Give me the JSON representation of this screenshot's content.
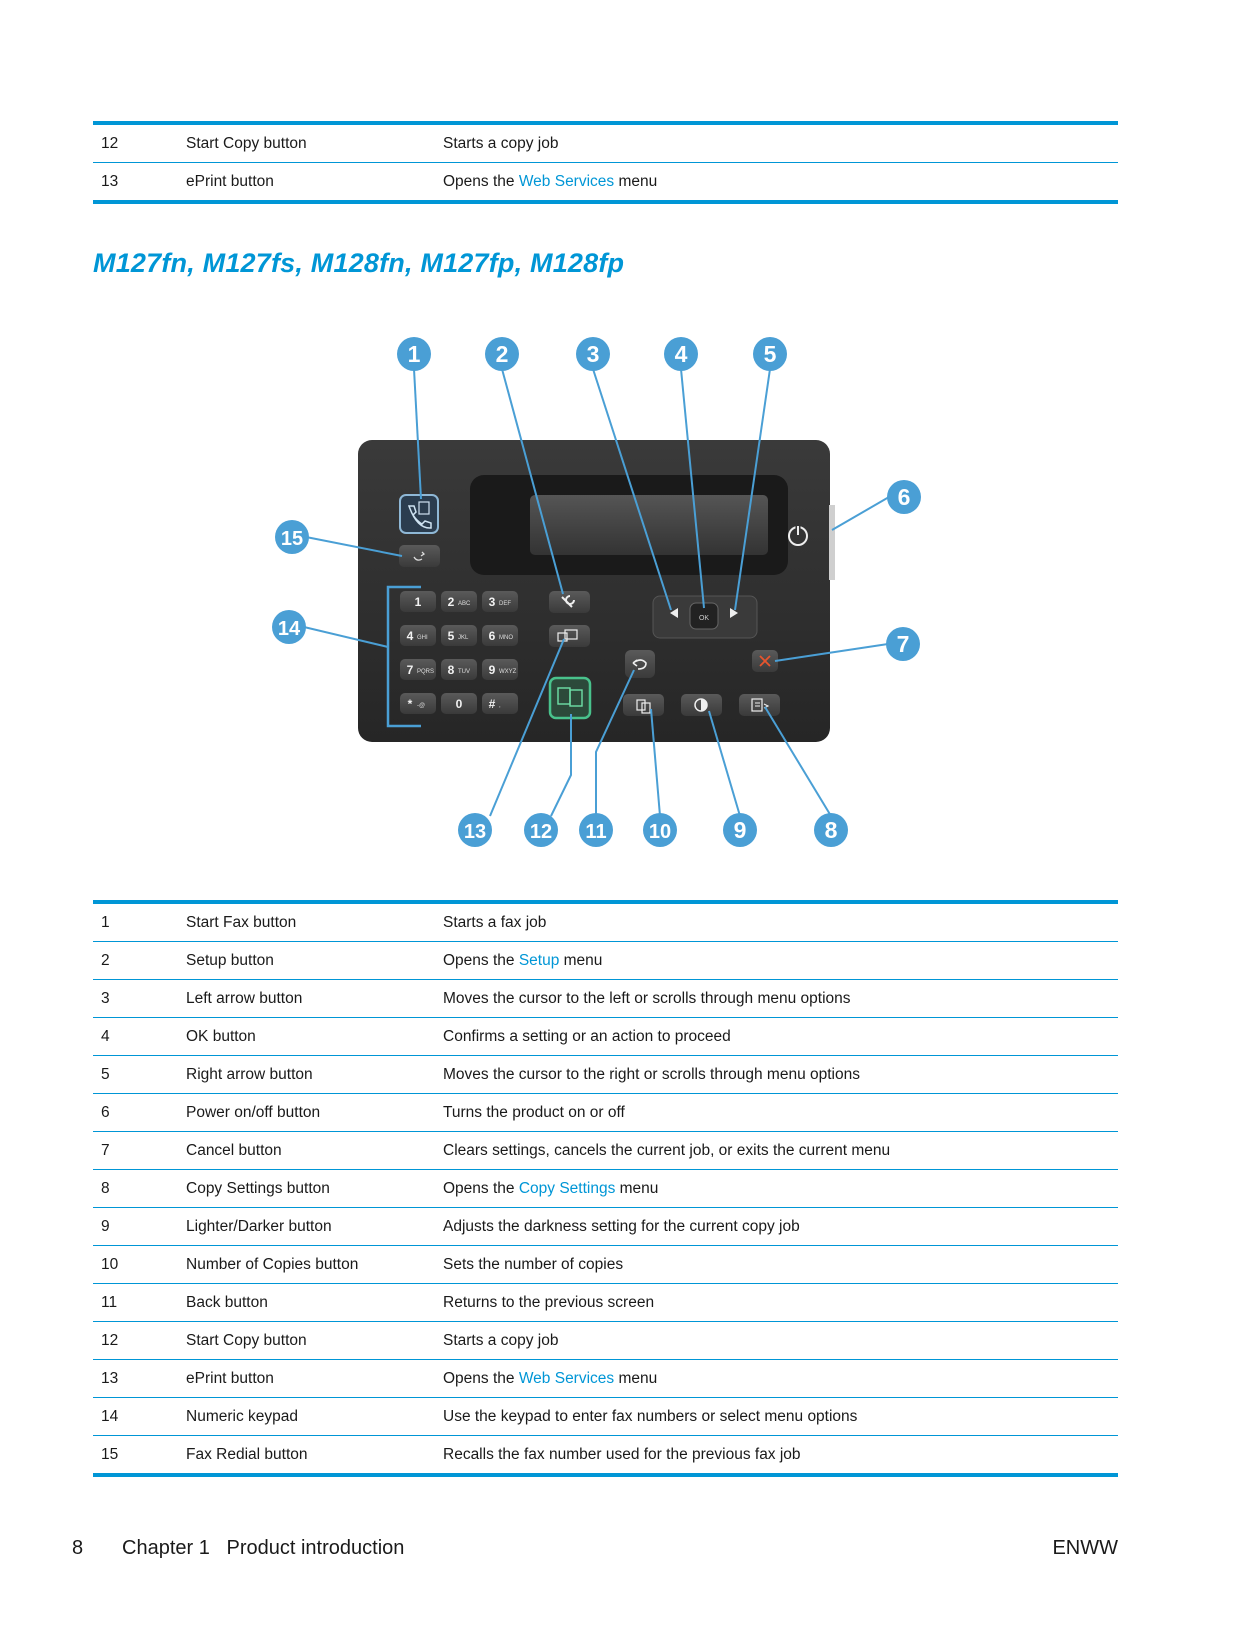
{
  "top_table": {
    "rows": [
      {
        "num": "12",
        "name": "Start Copy button",
        "desc": "Starts a copy job",
        "desc_pre": "Starts a copy job",
        "desc_link": "",
        "desc_post": ""
      },
      {
        "num": "13",
        "name": "ePrint button",
        "desc_pre": "Opens the ",
        "desc_link": "Web Services",
        "desc_post": " menu"
      }
    ]
  },
  "section_title": "M127fn, M127fs, M128fn, M127fp, M128fp",
  "diagram": {
    "callouts": [
      "1",
      "2",
      "3",
      "4",
      "5",
      "6",
      "7",
      "8",
      "9",
      "10",
      "11",
      "12",
      "13",
      "14",
      "15"
    ],
    "keypad": [
      {
        "digit": "1",
        "letters": ""
      },
      {
        "digit": "2",
        "letters": "ABC"
      },
      {
        "digit": "3",
        "letters": "DEF"
      },
      {
        "digit": "4",
        "letters": "GHI"
      },
      {
        "digit": "5",
        "letters": "JKL"
      },
      {
        "digit": "6",
        "letters": "MNO"
      },
      {
        "digit": "7",
        "letters": "PQRS"
      },
      {
        "digit": "8",
        "letters": "TUV"
      },
      {
        "digit": "9",
        "letters": "WXYZ"
      },
      {
        "digit": "*",
        "letters": "-@"
      },
      {
        "digit": "0",
        "letters": ""
      },
      {
        "digit": "#",
        "letters": ","
      }
    ],
    "ok_label": "OK",
    "callout_color": "#4a9fd5"
  },
  "main_table": {
    "rows": [
      {
        "num": "1",
        "name": "Start Fax button",
        "desc_pre": "Starts a fax job",
        "desc_link": "",
        "desc_post": ""
      },
      {
        "num": "2",
        "name": "Setup button",
        "desc_pre": "Opens the ",
        "desc_link": "Setup",
        "desc_post": " menu"
      },
      {
        "num": "3",
        "name": "Left arrow button",
        "desc_pre": "Moves the cursor to the left or scrolls through menu options",
        "desc_link": "",
        "desc_post": ""
      },
      {
        "num": "4",
        "name": "OK button",
        "desc_pre": "Confirms a setting or an action to proceed",
        "desc_link": "",
        "desc_post": ""
      },
      {
        "num": "5",
        "name": "Right arrow button",
        "desc_pre": "Moves the cursor to the right or scrolls through menu options",
        "desc_link": "",
        "desc_post": ""
      },
      {
        "num": "6",
        "name": "Power on/off button",
        "desc_pre": "Turns the product on or off",
        "desc_link": "",
        "desc_post": ""
      },
      {
        "num": "7",
        "name": "Cancel button",
        "desc_pre": "Clears settings, cancels the current job, or exits the current menu",
        "desc_link": "",
        "desc_post": ""
      },
      {
        "num": "8",
        "name": "Copy Settings button",
        "desc_pre": "Opens the ",
        "desc_link": "Copy Settings",
        "desc_post": " menu"
      },
      {
        "num": "9",
        "name": "Lighter/Darker button",
        "desc_pre": "Adjusts the darkness setting for the current copy job",
        "desc_link": "",
        "desc_post": ""
      },
      {
        "num": "10",
        "name": "Number of Copies button",
        "desc_pre": "Sets the number of copies",
        "desc_link": "",
        "desc_post": ""
      },
      {
        "num": "11",
        "name": "Back button",
        "desc_pre": "Returns to the previous screen",
        "desc_link": "",
        "desc_post": ""
      },
      {
        "num": "12",
        "name": "Start Copy button",
        "desc_pre": "Starts a copy job",
        "desc_link": "",
        "desc_post": ""
      },
      {
        "num": "13",
        "name": "ePrint button",
        "desc_pre": "Opens the ",
        "desc_link": "Web Services",
        "desc_post": " menu"
      },
      {
        "num": "14",
        "name": "Numeric keypad",
        "desc_pre": "Use the keypad to enter fax numbers or select menu options",
        "desc_link": "",
        "desc_post": ""
      },
      {
        "num": "15",
        "name": "Fax Redial button",
        "desc_pre": "Recalls the fax number used for the previous fax job",
        "desc_link": "",
        "desc_post": ""
      }
    ]
  },
  "footer": {
    "page_number": "8",
    "chapter": "Chapter 1   Product introduction",
    "code": "ENWW"
  },
  "colors": {
    "accent": "#0096d6",
    "panel": "#2e2e2e"
  }
}
